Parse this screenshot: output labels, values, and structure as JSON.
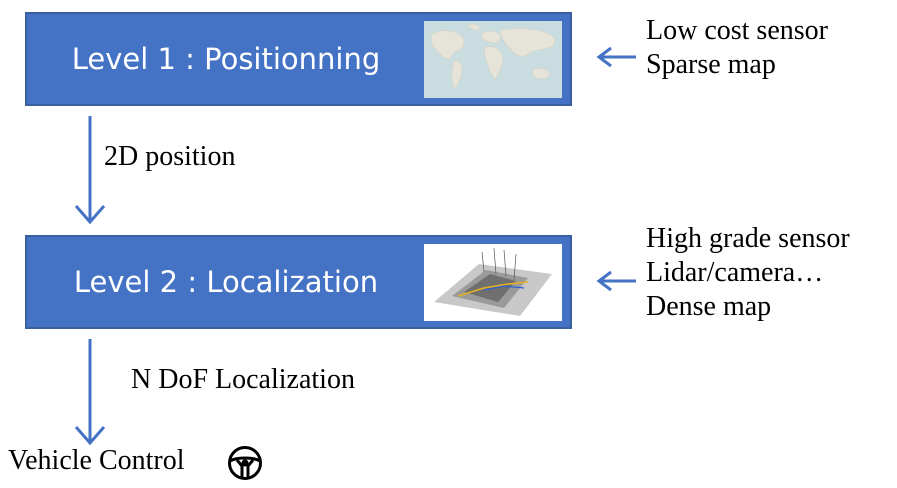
{
  "levels": [
    {
      "label": "Level 1 : Positionning",
      "thumbnail": "world-map-thumbnail",
      "inputs": [
        "Low cost sensor",
        "Sparse map"
      ]
    },
    {
      "label": "Level 2 : Localization",
      "thumbnail": "lidar-point-cloud-thumbnail",
      "inputs": [
        "High grade sensor",
        "Lidar/camera…",
        "Dense map"
      ]
    }
  ],
  "edges": {
    "level1_to_level2": "2D position",
    "level2_to_output": "N DoF Localization"
  },
  "output": {
    "label": "Vehicle Control",
    "icon": "steering-wheel-icon"
  },
  "colors": {
    "box_fill": "#4472c4",
    "arrow": "#4472c4",
    "box_text": "#ffffff"
  }
}
